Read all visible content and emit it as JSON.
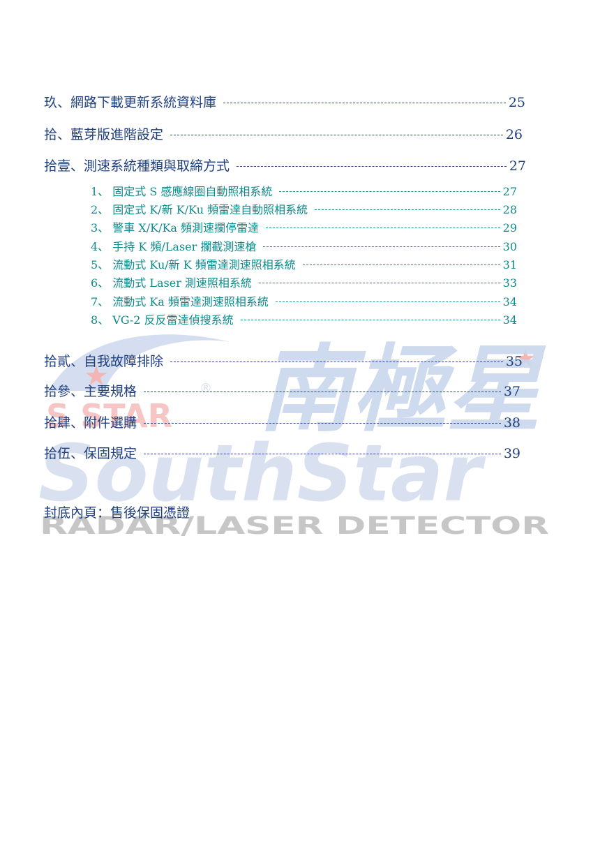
{
  "watermark": {
    "chinese": "南極星",
    "latin": "SouthStar",
    "brand": "S STAR",
    "registered": "®",
    "tagline": "RADAR/LASER DETECTOR"
  },
  "toc": {
    "main": [
      {
        "title": "玖、網路下載更新系統資料庫",
        "page": "25"
      },
      {
        "title": "拾、藍芽版進階設定",
        "page": "26"
      },
      {
        "title": "拾壹、測速系統種類與取締方式",
        "page": "27"
      }
    ],
    "sub": [
      {
        "title": "1、 固定式 S 感應線圈自動照相系統",
        "page": "27"
      },
      {
        "title": "2、 固定式 K/新 K/Ku 頻雷達自動照相系統",
        "page": "28"
      },
      {
        "title": "3、 警車 X/K/Ka 頻測速攔停雷達",
        "page": "29"
      },
      {
        "title": "4、 手持 K 頻/Laser 攔截測速槍",
        "page": "30"
      },
      {
        "title": "5、 流動式 Ku/新 K 頻雷達測速照相系統",
        "page": "31"
      },
      {
        "title": "6、 流動式 Laser 測速照相系統",
        "page": "33"
      },
      {
        "title": "7、 流動式 Ka 頻雷達測速照相系統",
        "page": "34"
      },
      {
        "title": "8、 VG-2 反反雷達偵搜系統",
        "page": "34"
      }
    ],
    "main2": [
      {
        "title": "拾貳、自我故障排除",
        "page": "35"
      },
      {
        "title": "拾參、主要規格",
        "page": "37"
      },
      {
        "title": "拾肆、附件選購",
        "page": "38"
      },
      {
        "title": "拾伍、保固規定",
        "page": "39"
      }
    ],
    "cover": "封底內頁：售後保固憑證"
  }
}
